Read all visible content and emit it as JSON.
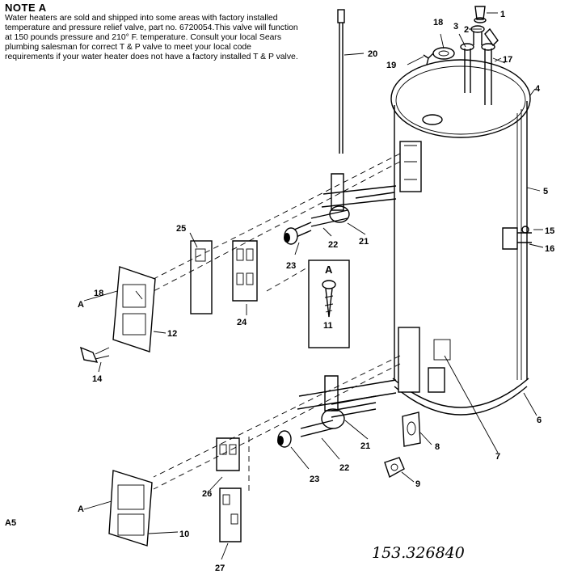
{
  "note": {
    "title": "NOTE A",
    "body": "Water heaters are sold and shipped into some areas with factory installed temperature and pressure relief valve, part no. 6720054.This valve will function at 150 pounds pressure and 210° F. temperature. Consult your local Sears plumbing salesman for correct T & P valve to meet your local code requirements if your water heater does not have a factory installed T & P valve."
  },
  "callouts": {
    "c1": "1",
    "c2": "2",
    "c3": "3",
    "c4": "4",
    "c5": "5",
    "c6": "6",
    "c7": "7",
    "c8": "8",
    "c9": "9",
    "c10": "10",
    "c11": "11",
    "c12": "12",
    "c14": "14",
    "c15": "15",
    "c16": "16",
    "c17": "17",
    "c18a": "18",
    "c18b": "18",
    "c19": "19",
    "c20": "20",
    "c21a": "21",
    "c21b": "21",
    "c22a": "22",
    "c22b": "22",
    "c23a": "23",
    "c23b": "23",
    "c24": "24",
    "c25": "25",
    "c26": "26",
    "c27": "27",
    "a_upper": "A",
    "a_lower": "A",
    "a_inset": "A",
    "a5": "A5"
  },
  "part_number": "153.326840",
  "colors": {
    "ink": "#000000",
    "paper": "#ffffff"
  }
}
